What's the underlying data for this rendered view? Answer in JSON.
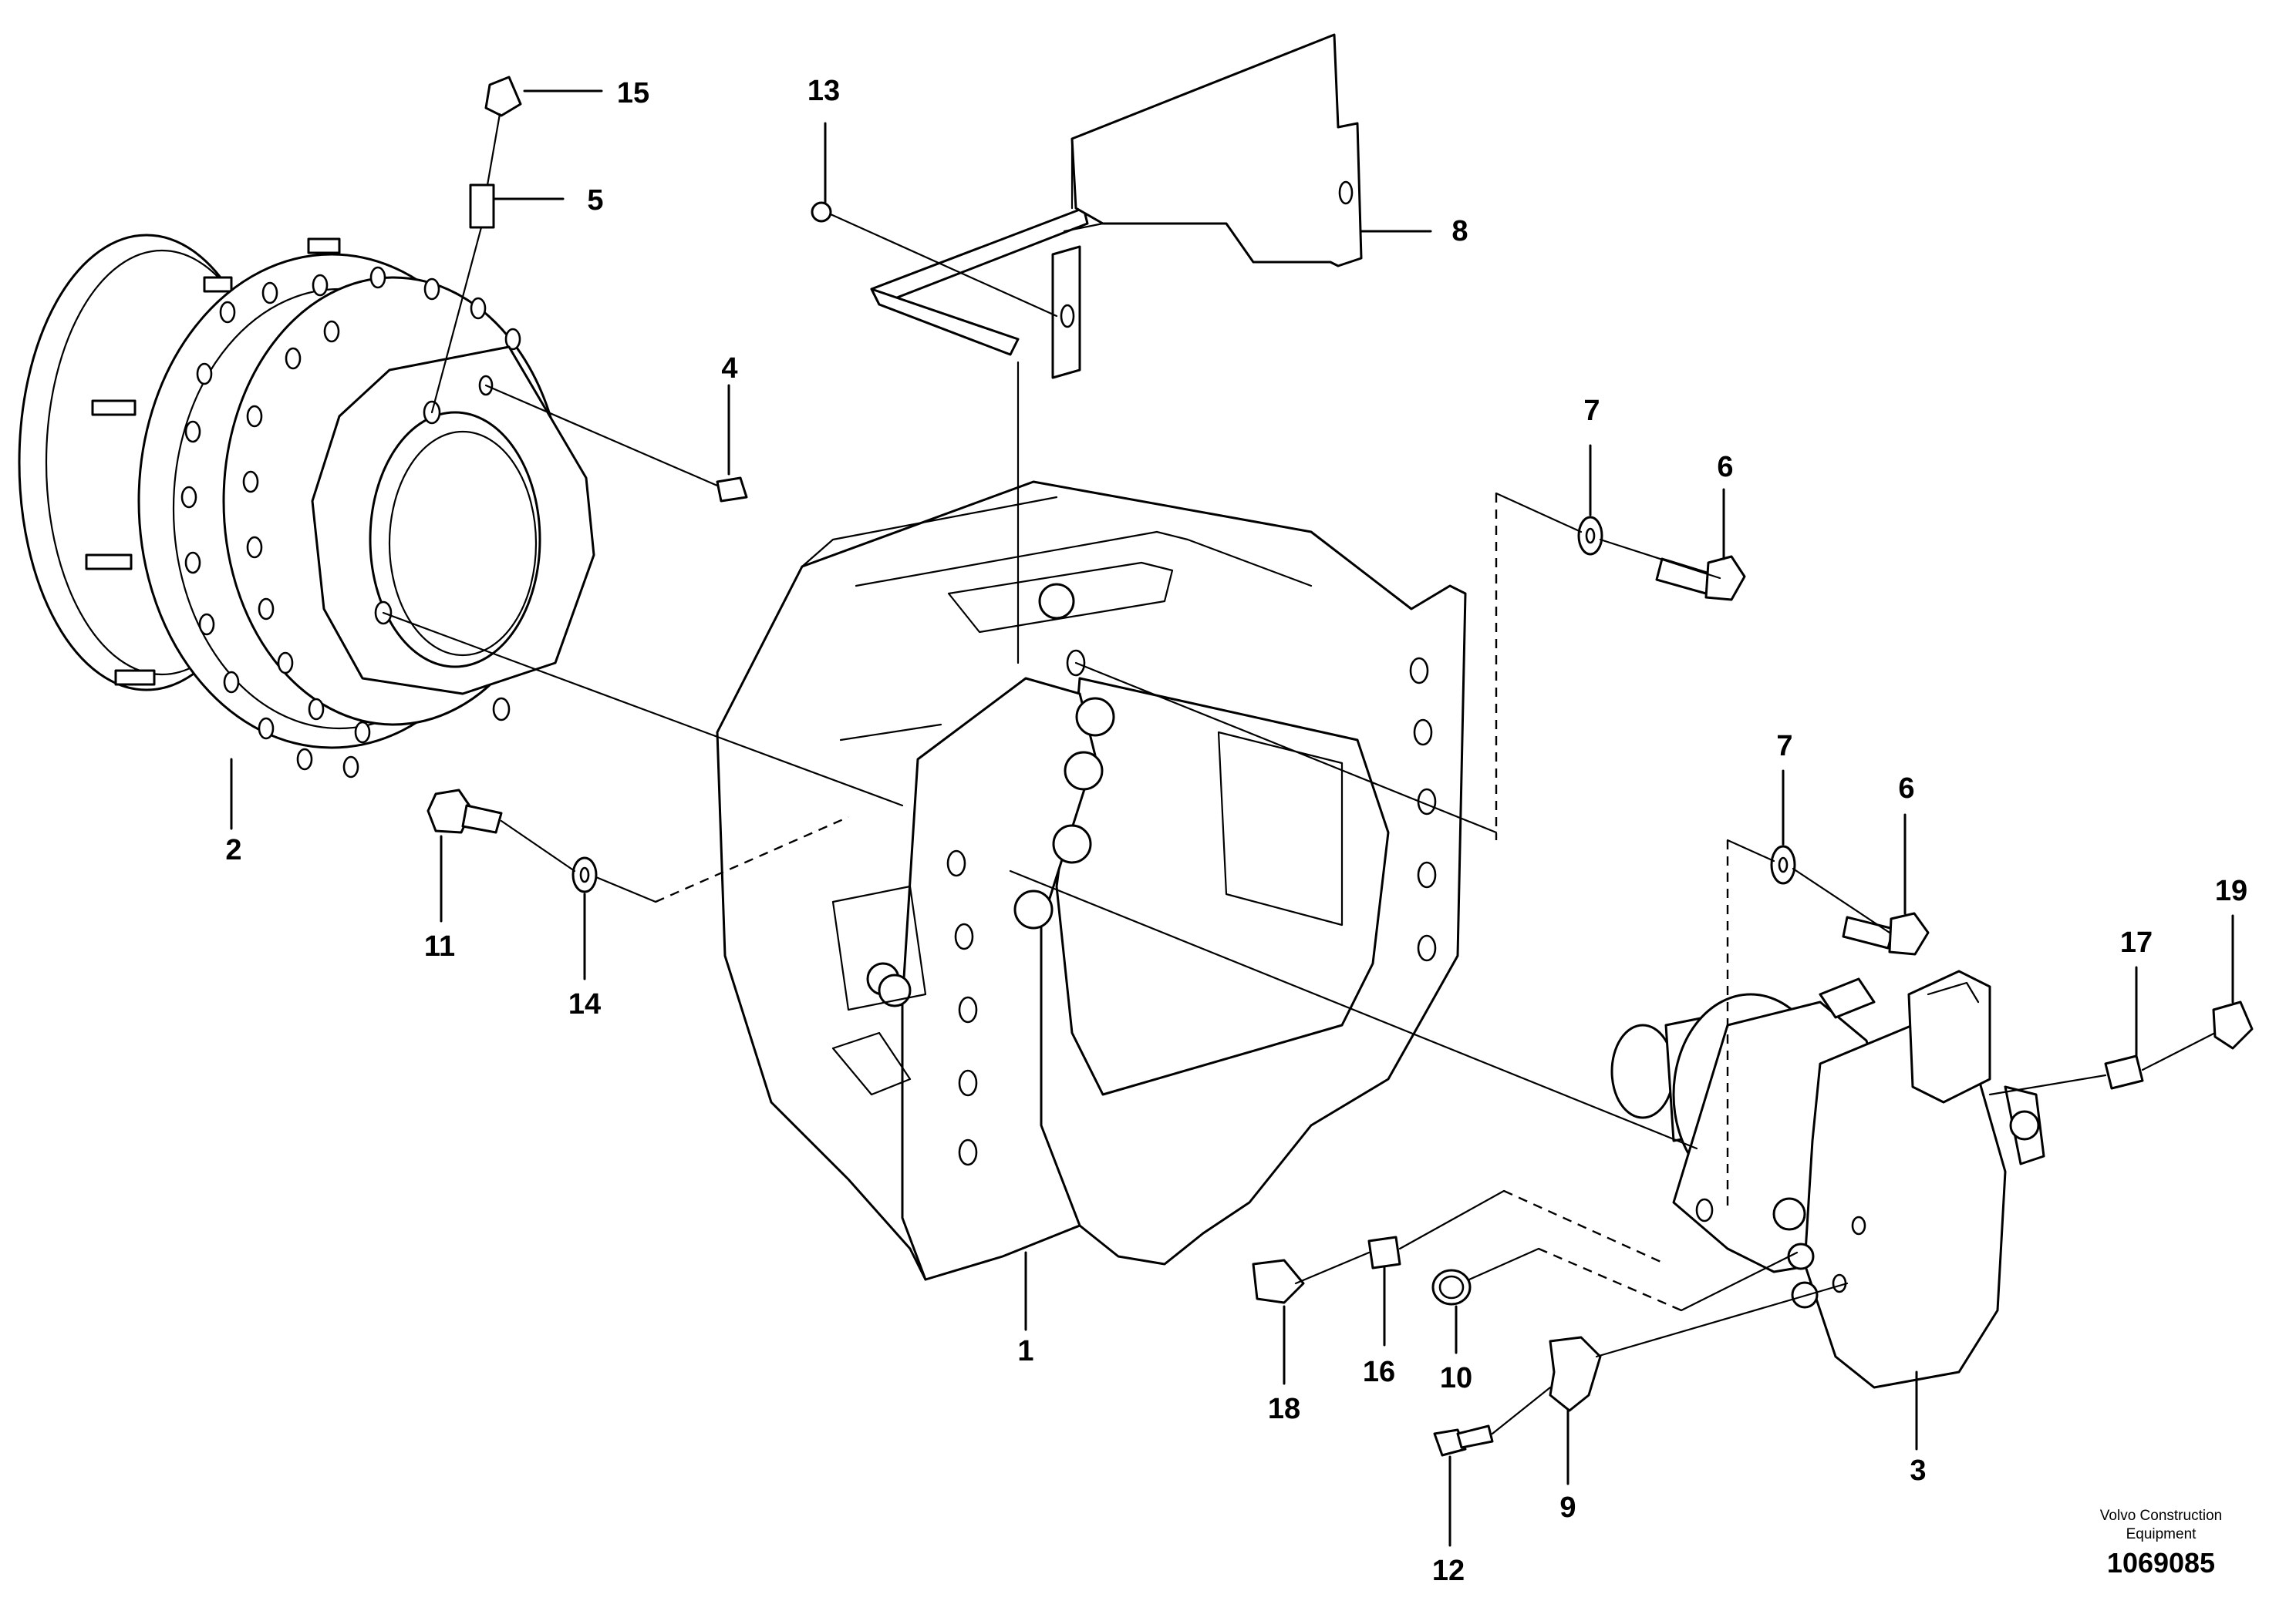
{
  "callouts": {
    "c1": "1",
    "c2": "2",
    "c3": "3",
    "c4": "4",
    "c5": "5",
    "c6a": "6",
    "c6b": "6",
    "c7a": "7",
    "c7b": "7",
    "c8": "8",
    "c9": "9",
    "c10": "10",
    "c11": "11",
    "c12": "12",
    "c13": "13",
    "c14": "14",
    "c15": "15",
    "c16": "16",
    "c17": "17",
    "c18": "18",
    "c19": "19"
  },
  "footer": {
    "brand_line1": "Volvo Construction",
    "brand_line2": "Equipment",
    "document_number": "1069085"
  }
}
